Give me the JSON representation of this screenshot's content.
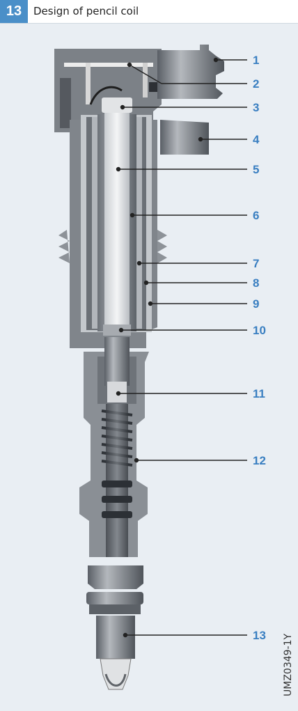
{
  "figure": {
    "number": "13",
    "title": "Design of pencil coil",
    "code": "UMZ0349-1Y",
    "accent_color": "#4a8fc8",
    "label_color": "#3a7fc1"
  },
  "callouts": [
    "1",
    "2",
    "3",
    "4",
    "5",
    "6",
    "7",
    "8",
    "9",
    "10",
    "11",
    "12",
    "13"
  ]
}
